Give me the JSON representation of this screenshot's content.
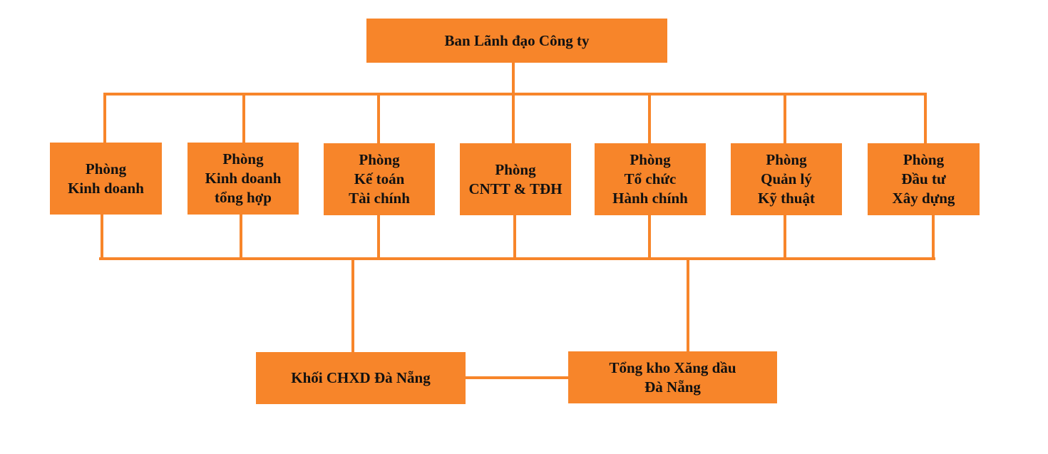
{
  "colors": {
    "box_fill": "#f7852a",
    "connector": "#f7852a",
    "text": "#111111"
  },
  "top": {
    "label": "Ban Lãnh đạo Công ty"
  },
  "departments": [
    {
      "lines": [
        "Phòng",
        "Kinh doanh"
      ]
    },
    {
      "lines": [
        "Phòng",
        "Kinh doanh",
        "tổng hợp"
      ]
    },
    {
      "lines": [
        "Phòng",
        "Kế toán",
        "Tài chính"
      ]
    },
    {
      "lines": [
        "Phòng",
        "CNTT & TĐH"
      ]
    },
    {
      "lines": [
        "Phòng",
        "Tổ chức",
        "Hành chính"
      ]
    },
    {
      "lines": [
        "Phòng",
        "Quản lý",
        "Kỹ thuật"
      ]
    },
    {
      "lines": [
        "Phòng",
        "Đầu tư",
        "Xây dựng"
      ]
    }
  ],
  "units": [
    {
      "lines": [
        "Khối CHXD Đà Nẵng"
      ]
    },
    {
      "lines": [
        "Tổng kho Xăng dầu",
        "Đà Nẵng"
      ]
    }
  ]
}
